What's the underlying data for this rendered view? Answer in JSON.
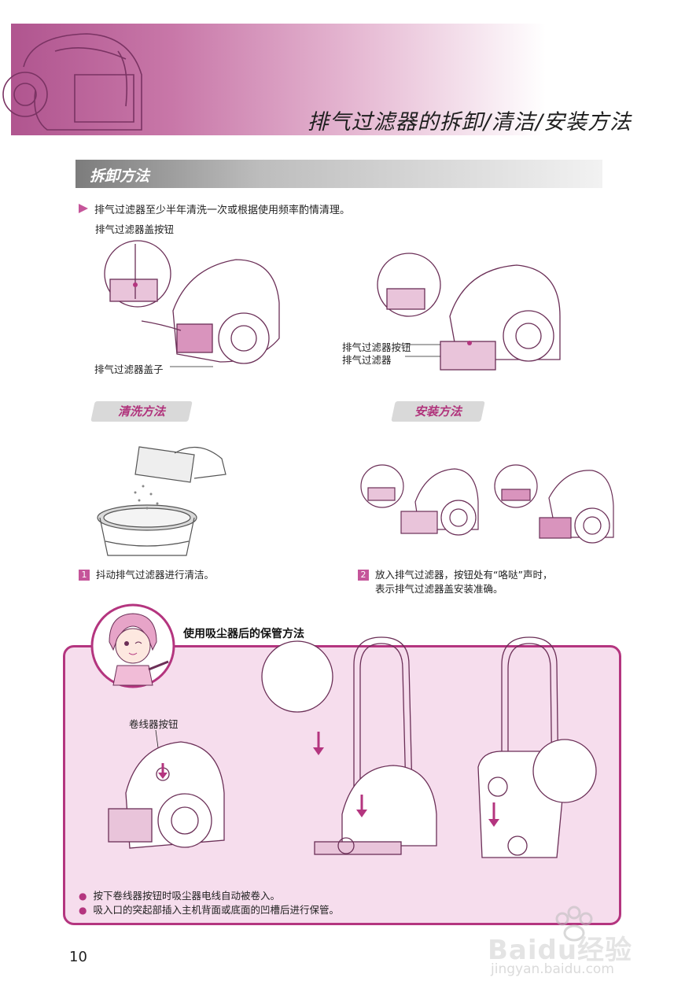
{
  "header": {
    "title": "排气过滤器的拆卸/清洁/安装方法"
  },
  "removal": {
    "tab_label": "拆卸方法",
    "intro": "排气过滤器至少半年清洗一次或根据使用频率酌情清理。",
    "labels": {
      "cover_button": "排气过滤器盖按钮",
      "cover": "排气过滤器盖子",
      "filter_button": "排气过滤器按钮",
      "filter": "排气过滤器"
    }
  },
  "cleaning": {
    "tab_label": "清洗方法",
    "step_number": "1",
    "caption": "抖动排气过滤器进行清洁。"
  },
  "install": {
    "tab_label": "安装方法",
    "step_number": "2",
    "caption_line1": "放入排气过滤器，按钮处有“咯哒”声时，",
    "caption_line2": "表示排气过滤器盖安装准确。"
  },
  "storage": {
    "title": "使用吸尘器后的保管方法",
    "cord_button_label": "卷线器按钮",
    "bullets": [
      "按下卷线器按钮时吸尘器电线自动被卷入。",
      "吸入口的突起部插入主机背面或底面的凹槽后进行保管。"
    ]
  },
  "watermark": {
    "brand": "Baidu经验",
    "url": "jingyan.baidu.com"
  },
  "page_number": "10",
  "colors": {
    "accent": "#b4357f",
    "banner": "#b0558f",
    "box_fill": "#f6dded"
  }
}
